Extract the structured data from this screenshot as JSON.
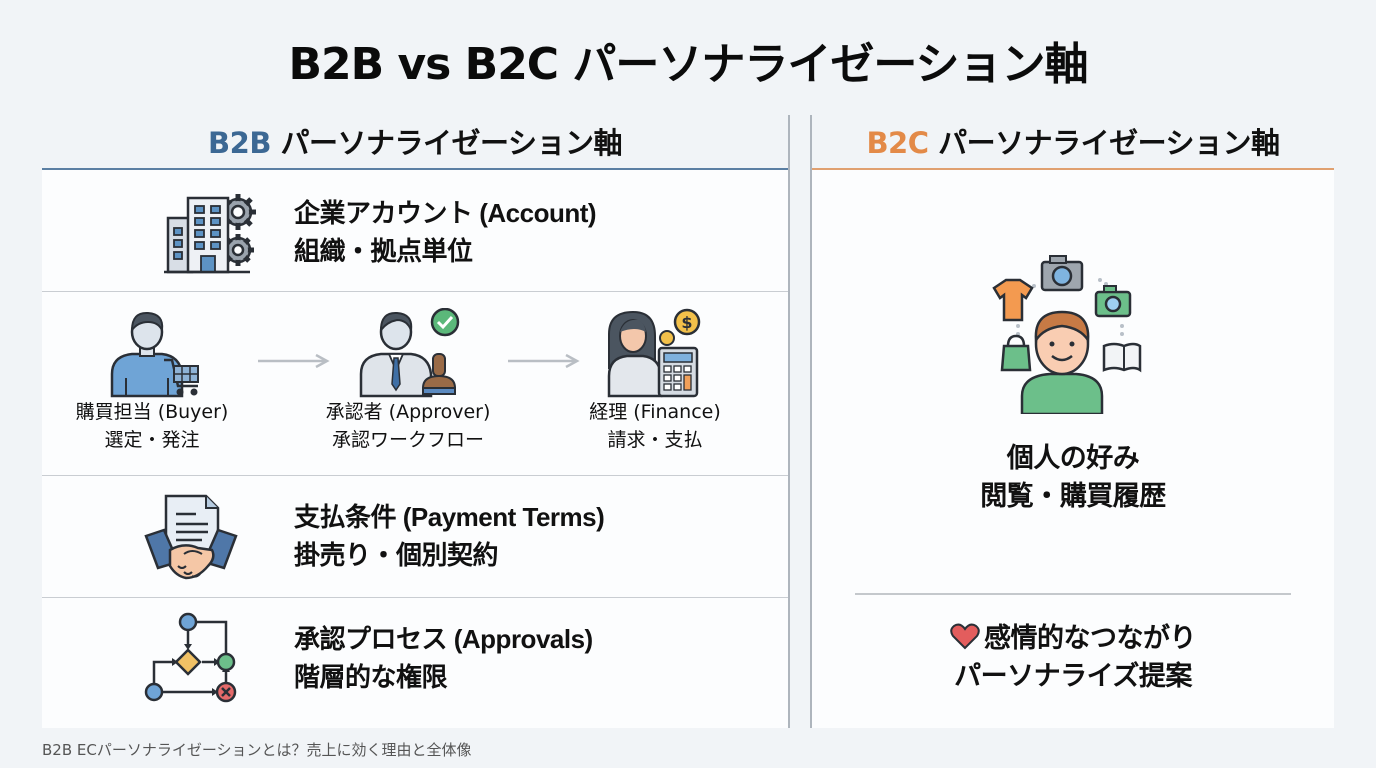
{
  "title": "B2B vs B2C パーソナライゼーション軸",
  "columns": {
    "b2b": {
      "accent_label": "B2B",
      "heading_rest": " パーソナライゼーション軸",
      "accent_color": "#3c6894",
      "rows": [
        {
          "icon": "building-gears-icon",
          "line1_jp": "企業アカウント",
          "line1_en": " (Account)",
          "line2": "組織・拠点単位"
        },
        {
          "roles": [
            {
              "icon": "buyer-cart-icon",
              "title": "購買担当 (Buyer)",
              "subtitle": "選定・発注"
            },
            {
              "icon": "approver-stamp-icon",
              "title": "承認者 (Approver)",
              "subtitle": "承認ワークフロー"
            },
            {
              "icon": "finance-calculator-icon",
              "title": "経理 (Finance)",
              "subtitle": "請求・支払"
            }
          ],
          "arrow_icon": "arrow-right-icon"
        },
        {
          "icon": "contract-handshake-icon",
          "line1_jp": "支払条件",
          "line1_en": " (Payment Terms)",
          "line2": "掛売り・個別契約"
        },
        {
          "icon": "approval-flowchart-icon",
          "line1_jp": "承認プロセス",
          "line1_en": " (Approvals)",
          "line2": "階層的な権限"
        }
      ]
    },
    "b2c": {
      "accent_label": "B2C",
      "heading_rest": " パーソナライゼーション軸",
      "accent_color": "#e38a48",
      "illustration_icon": "individual-interests-icon",
      "block1": {
        "line1": "個人の好み",
        "line2": "閲覧・購買履歴"
      },
      "block2": {
        "icon": "heart-icon",
        "line1": "感情的なつながり",
        "line2": "パーソナライズ提案"
      }
    }
  },
  "footer": "B2B ECパーソナライゼーションとは？売上に効く理由と全体像"
}
